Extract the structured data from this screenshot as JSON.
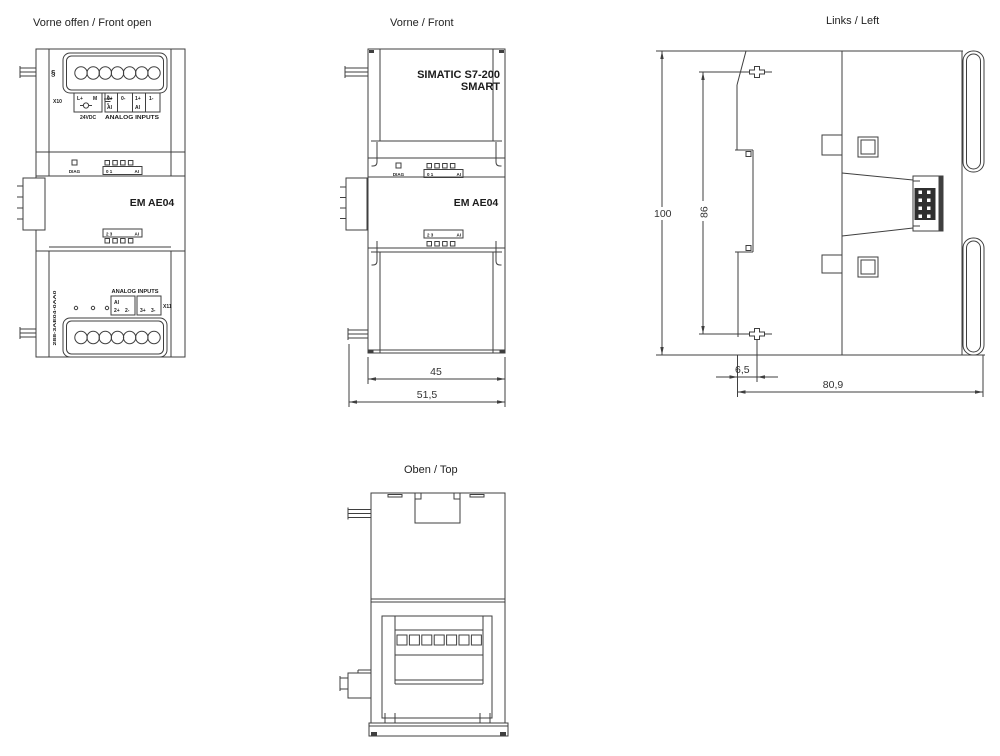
{
  "front_open": {
    "title": "Vorne offen / Front open",
    "clip_symbol": "§",
    "x10_label": "X10",
    "power": {
      "l_plus": "L+",
      "m": "M",
      "caption": "24VDC"
    },
    "analog_in_top": {
      "c0p": "0+",
      "c0m": "0-",
      "c1p": "1+",
      "c1m": "1-",
      "ai_left": "AI",
      "ai_right": "AI",
      "caption": "ANALOG INPUTS"
    },
    "led_top": {
      "diag": "DIAG",
      "channels": "0 1",
      "ai": "AI"
    },
    "module_name": "EM AE04",
    "led_bottom": {
      "channels": "2 3",
      "ai": "AI"
    },
    "analog_in_bottom": {
      "caption": "ANALOG INPUTS",
      "ai": "AI",
      "c2p": "2+",
      "c2m": "2-",
      "c3p": "3+",
      "c3m": "3-",
      "x11_label": "X11"
    },
    "article_number": "288-3AE04-0AA0"
  },
  "front": {
    "title": "Vorne / Front",
    "brand_line1": "SIMATIC S7-200",
    "brand_line2": "SMART",
    "led_top": {
      "diag": "DIAG",
      "channels": "0 1",
      "ai": "AI"
    },
    "module_name": "EM AE04",
    "led_bottom": {
      "channels": "2 3",
      "ai": "AI"
    },
    "dim_body_width": "45",
    "dim_total_width": "51,5"
  },
  "left": {
    "title": "Links / Left",
    "dim_total_height": "100",
    "dim_mount_height": "86",
    "dim_front_depth": "6,5",
    "dim_total_depth": "80,9"
  },
  "top": {
    "title": "Oben / Top"
  }
}
